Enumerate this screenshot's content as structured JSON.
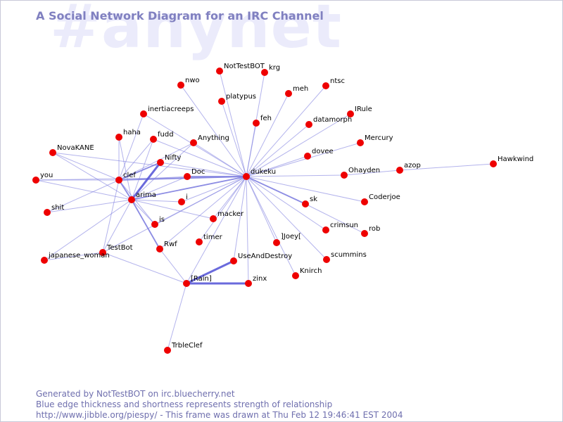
{
  "watermark": "#anynet",
  "title": "A Social Network Diagram for an IRC Channel",
  "footer": {
    "line1": "Generated by NotTestBOT on irc.bluecherry.net",
    "line2": "Blue edge thickness and shortness represents strength of relationship",
    "line3": "http://www.jibble.org/piespy/ - This frame was drawn at Thu Feb 12 19:46:41 EST 2004"
  },
  "colors": {
    "node": "#ee0000",
    "edge": "#8080e0",
    "title": "#8080c0",
    "watermark": "#ebebfb",
    "footer": "#6f6fae"
  },
  "nodes": [
    {
      "id": "nwo",
      "label": "nwo"
    },
    {
      "id": "NotTestBOT",
      "label": "NotTestBOT"
    },
    {
      "id": "krg",
      "label": "krg"
    },
    {
      "id": "platypus",
      "label": "platypus"
    },
    {
      "id": "meh",
      "label": "meh"
    },
    {
      "id": "ntsc",
      "label": "ntsc"
    },
    {
      "id": "inertiacreeps",
      "label": "inertiacreeps"
    },
    {
      "id": "feh",
      "label": "feh"
    },
    {
      "id": "IRule",
      "label": "IRule"
    },
    {
      "id": "datamorph",
      "label": "datamorph"
    },
    {
      "id": "haha",
      "label": "haha"
    },
    {
      "id": "fudd",
      "label": "fudd"
    },
    {
      "id": "Anything",
      "label": "Anything"
    },
    {
      "id": "Mercury",
      "label": "Mercury"
    },
    {
      "id": "NovaKANE",
      "label": "NovaKANE"
    },
    {
      "id": "Nifty",
      "label": "Nifty"
    },
    {
      "id": "dovee",
      "label": "dovee"
    },
    {
      "id": "Hawkwind",
      "label": "Hawkwind"
    },
    {
      "id": "azop",
      "label": "azop"
    },
    {
      "id": "you",
      "label": "you"
    },
    {
      "id": "clef",
      "label": "clef"
    },
    {
      "id": "Doc",
      "label": "Doc"
    },
    {
      "id": "dukeku",
      "label": "dukeku"
    },
    {
      "id": "Ohayden",
      "label": "Ohayden"
    },
    {
      "id": "arima",
      "label": "arima"
    },
    {
      "id": "i",
      "label": "i"
    },
    {
      "id": "Coderjoe",
      "label": "Coderjoe"
    },
    {
      "id": "sk",
      "label": "sk"
    },
    {
      "id": "shit",
      "label": "shit"
    },
    {
      "id": "macker",
      "label": "macker"
    },
    {
      "id": "is",
      "label": "is"
    },
    {
      "id": "crimsun",
      "label": "crimsun"
    },
    {
      "id": "rob",
      "label": "rob"
    },
    {
      "id": "timer",
      "label": "timer"
    },
    {
      "id": "Joey",
      "label": "]Joey["
    },
    {
      "id": "Rwf",
      "label": "Rwf"
    },
    {
      "id": "TestBot",
      "label": "TestBot"
    },
    {
      "id": "scummins",
      "label": "scummins"
    },
    {
      "id": "japanese_woman",
      "label": "japanese_woman"
    },
    {
      "id": "UseAndDestroy",
      "label": "UseAndDestroy"
    },
    {
      "id": "Knirch",
      "label": "Knirch"
    },
    {
      "id": "Rain",
      "label": "[Rain]"
    },
    {
      "id": "zinx",
      "label": "zinx"
    },
    {
      "id": "TrbleClef",
      "label": "TrbleClef"
    }
  ],
  "edges": [
    {
      "from": "dukeku",
      "to": "nwo",
      "weight": 1
    },
    {
      "from": "dukeku",
      "to": "NotTestBOT",
      "weight": 1
    },
    {
      "from": "dukeku",
      "to": "krg",
      "weight": 1
    },
    {
      "from": "dukeku",
      "to": "platypus",
      "weight": 1
    },
    {
      "from": "dukeku",
      "to": "meh",
      "weight": 1
    },
    {
      "from": "dukeku",
      "to": "ntsc",
      "weight": 1
    },
    {
      "from": "dukeku",
      "to": "inertiacreeps",
      "weight": 1
    },
    {
      "from": "dukeku",
      "to": "feh",
      "weight": 1
    },
    {
      "from": "dukeku",
      "to": "IRule",
      "weight": 1
    },
    {
      "from": "dukeku",
      "to": "datamorph",
      "weight": 1
    },
    {
      "from": "dukeku",
      "to": "fudd",
      "weight": 1
    },
    {
      "from": "dukeku",
      "to": "Anything",
      "weight": 1
    },
    {
      "from": "dukeku",
      "to": "Mercury",
      "weight": 1
    },
    {
      "from": "dukeku",
      "to": "Nifty",
      "weight": 1
    },
    {
      "from": "dukeku",
      "to": "dovee",
      "weight": 1
    },
    {
      "from": "dukeku",
      "to": "clef",
      "weight": 2
    },
    {
      "from": "dukeku",
      "to": "Doc",
      "weight": 2
    },
    {
      "from": "dukeku",
      "to": "Ohayden",
      "weight": 1
    },
    {
      "from": "dukeku",
      "to": "arima",
      "weight": 2
    },
    {
      "from": "dukeku",
      "to": "i",
      "weight": 1
    },
    {
      "from": "dukeku",
      "to": "Coderjoe",
      "weight": 1
    },
    {
      "from": "dukeku",
      "to": "sk",
      "weight": 2
    },
    {
      "from": "dukeku",
      "to": "macker",
      "weight": 1
    },
    {
      "from": "dukeku",
      "to": "is",
      "weight": 1
    },
    {
      "from": "dukeku",
      "to": "crimsun",
      "weight": 1
    },
    {
      "from": "dukeku",
      "to": "timer",
      "weight": 1
    },
    {
      "from": "dukeku",
      "to": "Joey",
      "weight": 1
    },
    {
      "from": "dukeku",
      "to": "Rwf",
      "weight": 1
    },
    {
      "from": "dukeku",
      "to": "scummins",
      "weight": 1
    },
    {
      "from": "dukeku",
      "to": "UseAndDestroy",
      "weight": 1
    },
    {
      "from": "dukeku",
      "to": "Knirch",
      "weight": 1
    },
    {
      "from": "dukeku",
      "to": "zinx",
      "weight": 1
    },
    {
      "from": "dukeku",
      "to": "Rain",
      "weight": 1
    },
    {
      "from": "dukeku",
      "to": "you",
      "weight": 1
    },
    {
      "from": "dukeku",
      "to": "NovaKANE",
      "weight": 1
    },
    {
      "from": "dukeku",
      "to": "TestBot",
      "weight": 1
    },
    {
      "from": "Ohayden",
      "to": "azop",
      "weight": 1
    },
    {
      "from": "azop",
      "to": "Hawkwind",
      "weight": 1
    },
    {
      "from": "sk",
      "to": "rob",
      "weight": 1
    },
    {
      "from": "clef",
      "to": "haha",
      "weight": 1
    },
    {
      "from": "clef",
      "to": "inertiacreeps",
      "weight": 1
    },
    {
      "from": "clef",
      "to": "fudd",
      "weight": 1
    },
    {
      "from": "clef",
      "to": "Nifty",
      "weight": 2
    },
    {
      "from": "clef",
      "to": "NovaKANE",
      "weight": 1
    },
    {
      "from": "clef",
      "to": "you",
      "weight": 1
    },
    {
      "from": "clef",
      "to": "arima",
      "weight": 2
    },
    {
      "from": "clef",
      "to": "shit",
      "weight": 1
    },
    {
      "from": "clef",
      "to": "Doc",
      "weight": 1
    },
    {
      "from": "clef",
      "to": "TestBot",
      "weight": 1
    },
    {
      "from": "clef",
      "to": "is",
      "weight": 1
    },
    {
      "from": "clef",
      "to": "Anything",
      "weight": 1
    },
    {
      "from": "arima",
      "to": "haha",
      "weight": 1
    },
    {
      "from": "arima",
      "to": "fudd",
      "weight": 1
    },
    {
      "from": "arima",
      "to": "Nifty",
      "weight": 3
    },
    {
      "from": "arima",
      "to": "Doc",
      "weight": 1
    },
    {
      "from": "arima",
      "to": "i",
      "weight": 1
    },
    {
      "from": "arima",
      "to": "is",
      "weight": 1
    },
    {
      "from": "arima",
      "to": "Rwf",
      "weight": 2
    },
    {
      "from": "arima",
      "to": "macker",
      "weight": 1
    },
    {
      "from": "arima",
      "to": "shit",
      "weight": 1
    },
    {
      "from": "arima",
      "to": "japanese_woman",
      "weight": 1
    },
    {
      "from": "arima",
      "to": "TestBot",
      "weight": 1
    },
    {
      "from": "arima",
      "to": "you",
      "weight": 1
    },
    {
      "from": "arima",
      "to": "NovaKANE",
      "weight": 1
    },
    {
      "from": "arima",
      "to": "Anything",
      "weight": 1
    },
    {
      "from": "TestBot",
      "to": "japanese_woman",
      "weight": 1
    },
    {
      "from": "TestBot",
      "to": "Rain",
      "weight": 1
    },
    {
      "from": "Rain",
      "to": "UseAndDestroy",
      "weight": 3
    },
    {
      "from": "Rain",
      "to": "zinx",
      "weight": 3
    },
    {
      "from": "Rain",
      "to": "TrbleClef",
      "weight": 1
    },
    {
      "from": "Rain",
      "to": "Rwf",
      "weight": 1
    }
  ]
}
